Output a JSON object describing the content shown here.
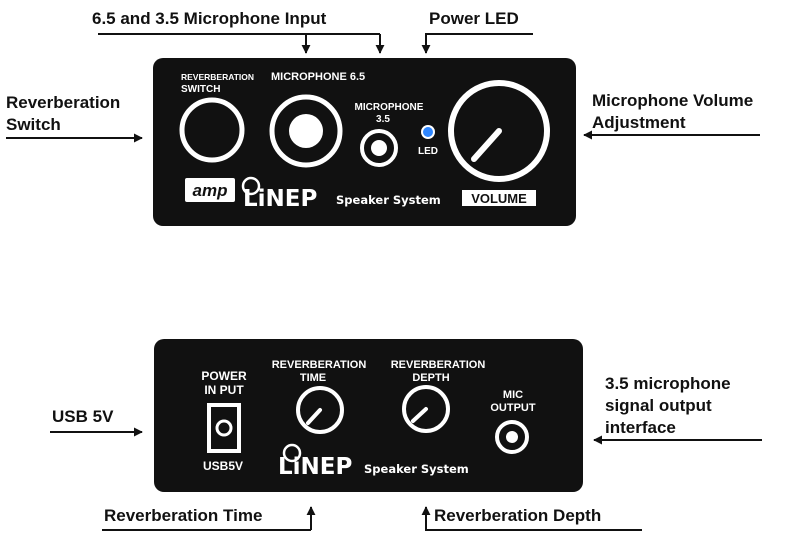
{
  "colors": {
    "panel": "#111111",
    "ink": "#111111",
    "led": "#2e86ff",
    "knob_ring": "#ffffff"
  },
  "callouts": {
    "mic_input": "6.5 and 3.5 Microphone Input",
    "power_led": "Power LED",
    "reverb_switch_line1": "Reverberation",
    "reverb_switch_line2": "Switch",
    "mic_volume_line1": "Microphone Volume",
    "mic_volume_line2": "Adjustment",
    "usb_5v": "USB 5V",
    "signal_output_line1": "3.5 microphone",
    "signal_output_line2": "signal output",
    "signal_output_line3": "interface",
    "reverb_time": "Reverberation Time",
    "reverb_depth": "Reverberation Depth"
  },
  "front_panel": {
    "reverb_label_line1": "REVERBERATION",
    "reverb_label_line2": "SWITCH",
    "mic65_label": "MICROPHONE 6.5",
    "mic35_label_line1": "MICROPHONE",
    "mic35_label_line2": "3.5",
    "led_label": "LED",
    "volume_label": "VOLUME",
    "logo_amp": "amp",
    "logo_brand": "LiNEP",
    "logo_tagline": "Speaker System"
  },
  "back_panel": {
    "power_label_line1": "POWER",
    "power_label_line2": "IN PUT",
    "usb_label": "USB5V",
    "reverb_time_line1": "REVERBERATION",
    "reverb_time_line2": "TIME",
    "reverb_depth_line1": "REVERBERATION",
    "reverb_depth_line2": "DEPTH",
    "mic_output_line1": "MIC",
    "mic_output_line2": "OUTPUT",
    "logo_brand": "LiNEP",
    "logo_tagline": "Speaker System"
  }
}
